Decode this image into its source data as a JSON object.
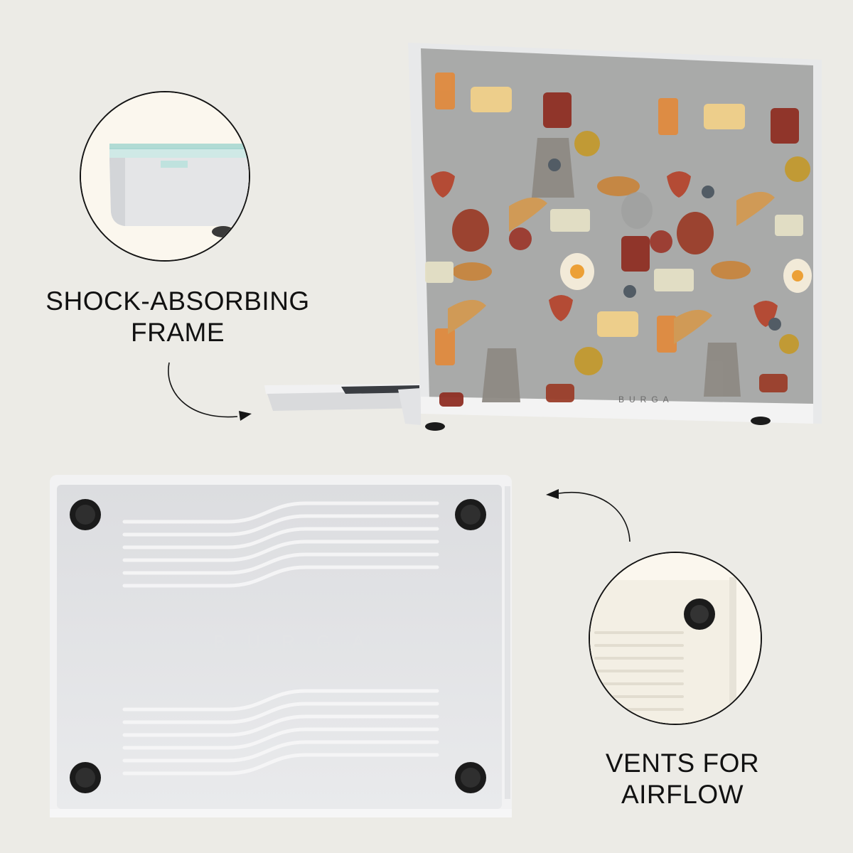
{
  "brand": "BURGA",
  "callouts": {
    "frame": {
      "line1": "SHOCK-ABSORBING",
      "line2": "FRAME"
    },
    "vents": {
      "line1": "VENTS FOR",
      "line2": "AIRFLOW"
    }
  },
  "colors": {
    "background": "#ecebe6",
    "callout_fill": "#fbf7ee",
    "lid_print": "#a9aaa9",
    "case_frame": "#e8e9ea",
    "foot": "#1b1b1b"
  }
}
